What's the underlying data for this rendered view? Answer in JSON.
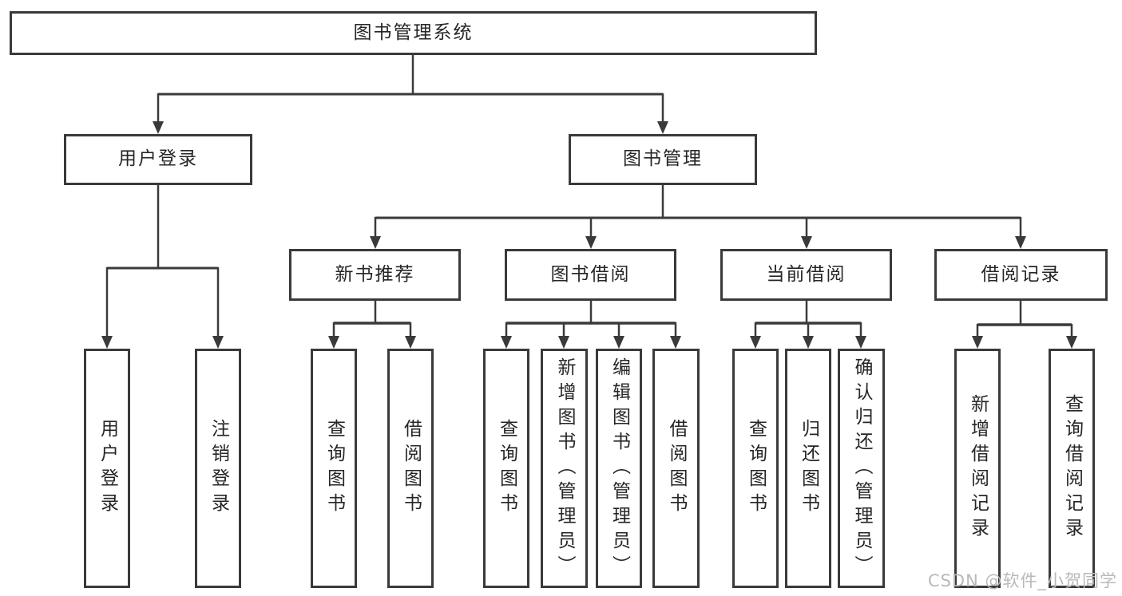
{
  "diagram": {
    "root": {
      "label": "图书管理系统"
    },
    "level2": {
      "user_login": {
        "label": "用户登录"
      },
      "book_management": {
        "label": "图书管理"
      }
    },
    "level3": {
      "new_book_recommend": {
        "label": "新书推荐"
      },
      "book_borrowing": {
        "label": "图书借阅"
      },
      "current_borrowing": {
        "label": "当前借阅"
      },
      "borrowing_records": {
        "label": "借阅记录"
      }
    },
    "leaves": {
      "user_login": {
        "label": "用户登录"
      },
      "logout": {
        "label": "注销登录"
      },
      "nb_query_books": {
        "label": "查询图书"
      },
      "nb_borrow_books": {
        "label": "借阅图书"
      },
      "bw_query_books": {
        "label": "查询图书"
      },
      "bw_add_book_admin": {
        "label": "新增图书（管理员）"
      },
      "bw_edit_book_admin": {
        "label": "编辑图书（管理员）"
      },
      "bw_borrow_books": {
        "label": "借阅图书"
      },
      "cur_query_books": {
        "label": "查询图书"
      },
      "cur_return_books": {
        "label": "归还图书"
      },
      "cur_confirm_return_admin": {
        "label": "确认归还（管理员）"
      },
      "rec_add_record": {
        "label": "新增借阅记录"
      },
      "rec_query_record": {
        "label": "查询借阅记录"
      }
    }
  },
  "watermark": {
    "text": "CSDN @软件_小贺同学"
  },
  "colors": {
    "line": "#3a3a3a",
    "box_border": "#3a3a3a",
    "text": "#262626",
    "watermark": "#b9b9b9",
    "background": "#ffffff"
  }
}
